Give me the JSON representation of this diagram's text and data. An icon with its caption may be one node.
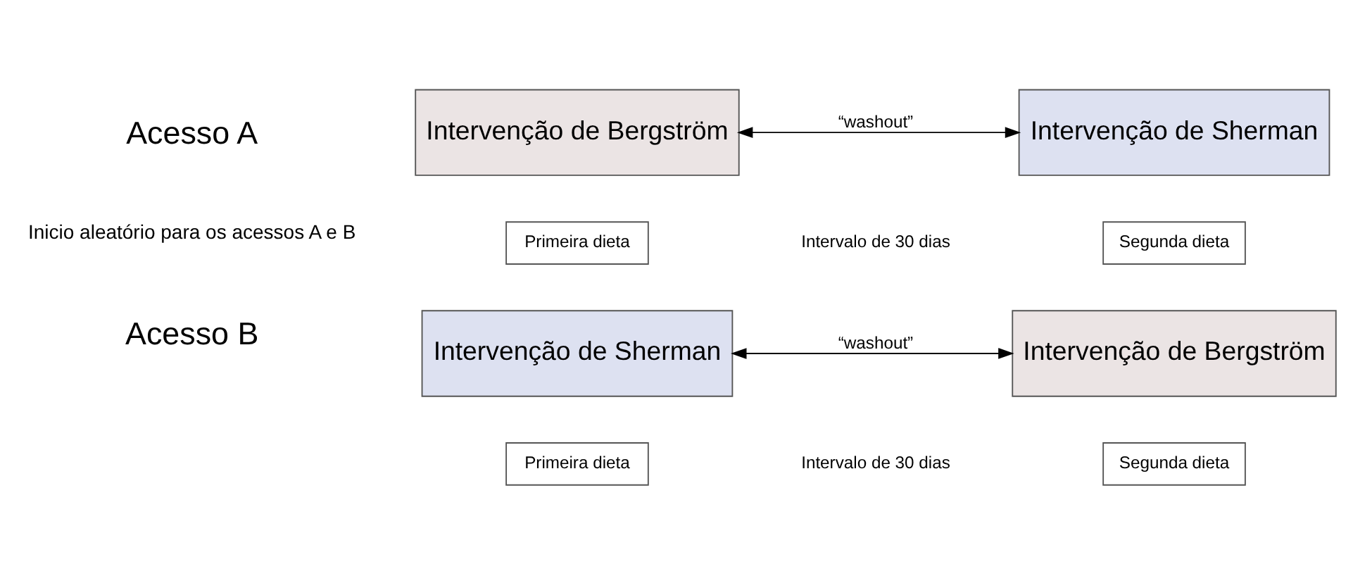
{
  "diagram": {
    "nodes": [
      {
        "text": [
          "Intervenção de Bergström"
        ]
      },
      {
        "text": [
          "Intervenção de Sherman"
        ]
      },
      {
        "text": [
          "Primeira dieta"
        ]
      },
      {
        "text": [
          "Segunda dieta"
        ]
      },
      {
        "text": [
          "Intervenção de Sherman"
        ]
      },
      {
        "text": [
          "Intervenção de Bergström"
        ]
      },
      {
        "text": [
          "Primeira dieta"
        ]
      },
      {
        "text": [
          "Segunda dieta"
        ]
      }
    ],
    "edges": [
      {
        "from": 0,
        "to": 1,
        "arrow": "both",
        "label": "“washout”"
      },
      {
        "from": 4,
        "to": 5,
        "arrow": "both",
        "label": "“washout”"
      }
    ],
    "labels": [
      "Acesso A",
      "Intervalo de 30 dias",
      "Inicio aleatório para os acessos A e B",
      "Acesso B",
      "Intervalo de 30 dias"
    ]
  }
}
